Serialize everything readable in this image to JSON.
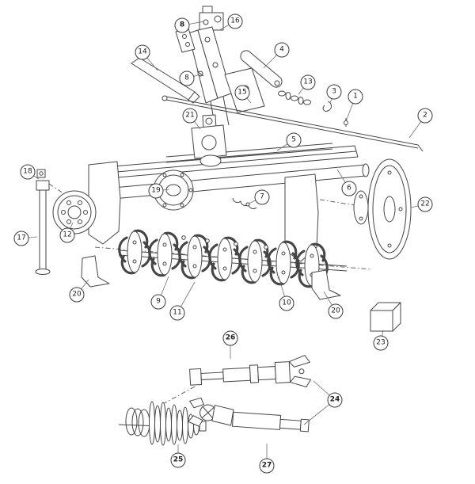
{
  "diagram": {
    "type": "exploded-parts-diagram",
    "description": "Line-art exploded view of a rotary tiller implement with numbered part callouts and PTO driveline details below",
    "colors": {
      "background": "#ffffff",
      "line": "#454545",
      "leader": "#6f6f6f"
    },
    "callouts": [
      {
        "label": "8"
      },
      {
        "label": "16"
      },
      {
        "label": "14"
      },
      {
        "label": "4"
      },
      {
        "label": "8"
      },
      {
        "label": "15"
      },
      {
        "label": "13"
      },
      {
        "label": "3"
      },
      {
        "label": "1"
      },
      {
        "label": "2"
      },
      {
        "label": "21"
      },
      {
        "label": "5"
      },
      {
        "label": "18"
      },
      {
        "label": "19"
      },
      {
        "label": "6"
      },
      {
        "label": "7"
      },
      {
        "label": "22"
      },
      {
        "label": "17"
      },
      {
        "label": "12"
      },
      {
        "label": "20"
      },
      {
        "label": "9"
      },
      {
        "label": "11"
      },
      {
        "label": "10"
      },
      {
        "label": "20"
      },
      {
        "label": "23"
      },
      {
        "label": "26"
      },
      {
        "label": "24"
      },
      {
        "label": "25"
      },
      {
        "label": "27"
      }
    ]
  }
}
